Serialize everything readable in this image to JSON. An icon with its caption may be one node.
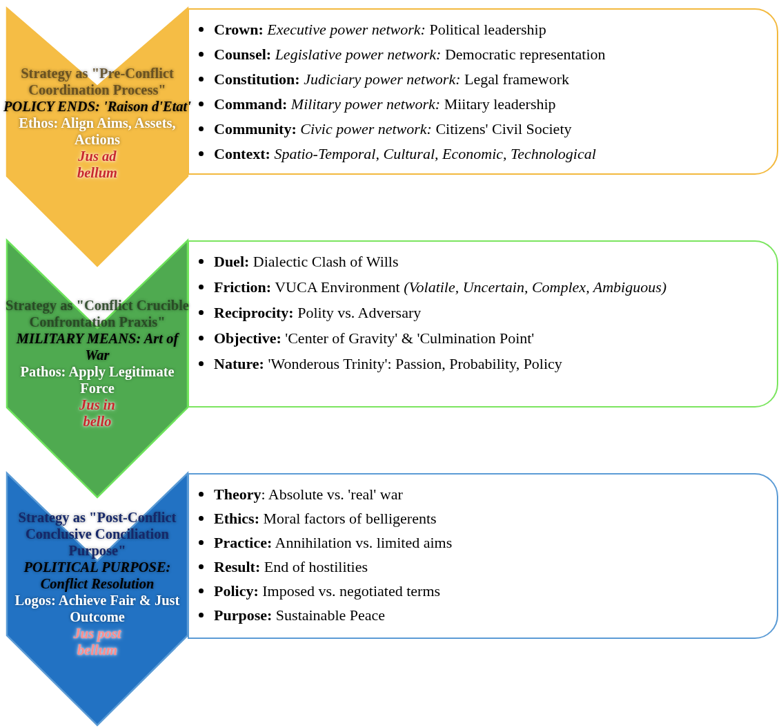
{
  "diagram": {
    "nodes": [
      {
        "text": [
          "Strategy as \"Pre-Conflict Coordination Process\"",
          "POLICY ENDS: 'Raison d'Etat'",
          "Ethos: Align Aims, Assets, Actions",
          "Jus ad bellum"
        ]
      },
      {
        "text": [
          "**Crown:** *Executive power network:* Political leadership",
          "**Counsel:** *Legislative power network:* Democratic representation",
          "**Constitution:** *Judiciary power network:* Legal framework",
          "**Command:** *Military power network:* Miitary leadership",
          "**Community:** *Civic power network:* Citizens' Civil Society",
          "**Context:** *Spatio-Temporal, Cultural, Economic, Technological*"
        ]
      },
      {
        "text": [
          "Strategy as \"Conflict Crucible Confrontation Praxis\"",
          "MILITARY MEANS: Art of War",
          "Pathos: Apply Legitimate Force",
          "Jus in bello"
        ]
      },
      {
        "text": [
          "**Duel:** Dialectic Clash of Wills",
          "**Friction:** VUCA Environment *(Volatile, Uncertain, Complex, Ambiguous)*",
          "**Reciprocity:** Polity vs. Adversary",
          "**Objective:** 'Center of Gravity' & 'Culmination Point'",
          "**Nature:** 'Wonderous Trinity': Passion, Probability, Policy"
        ]
      },
      {
        "text": [
          "Strategy as \"Post-Conflict Conclusive Conciliation Purpose\"",
          "POLITICAL PURPOSE: Conflict Resolution",
          "Logos: Achieve Fair & Just Outcome",
          "Jus post bellum"
        ]
      },
      {
        "text": [
          "**Theory**: Absolute vs. 'real' war",
          "**Ethics:** Moral factors of belligerents",
          "**Practice:** Annihilation vs. limited aims",
          "**Result:** End of hostilities",
          "**Policy:** Imposed vs. negotiated terms",
          "**Purpose:** Sustainable Peace"
        ]
      }
    ],
    "edges": []
  }
}
